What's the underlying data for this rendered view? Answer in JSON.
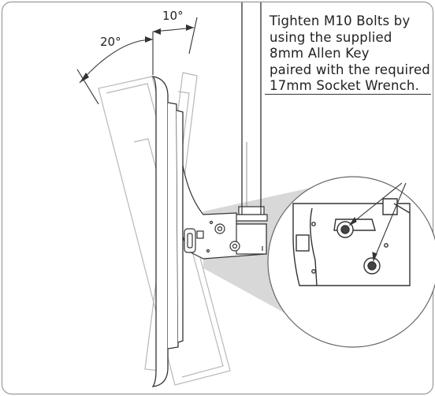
{
  "annotation": {
    "lines": [
      "Tighten M10 Bolts by",
      "using the supplied",
      "8mm Allen Key",
      "paired with the required",
      "17mm Socket Wrench."
    ]
  },
  "angles": {
    "left_tilt": "20°",
    "right_tilt": "10°"
  },
  "colors": {
    "line": "#333333",
    "ghost_line": "#b5b5b5",
    "magnifier_fill": "#d8d8d8",
    "frame": "#9a9a9a"
  }
}
